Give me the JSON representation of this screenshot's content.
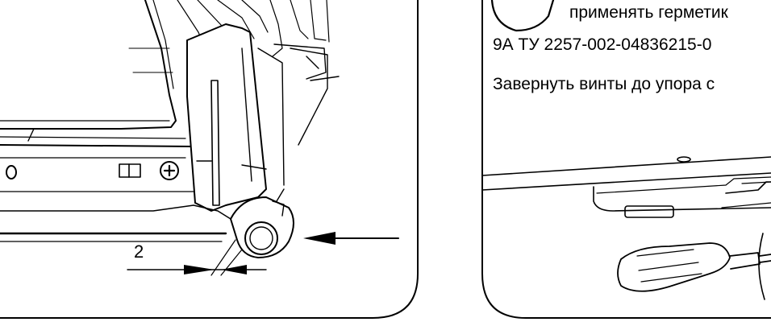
{
  "left_panel": {
    "dimension_label": "2"
  },
  "right_panel": {
    "instruction_line1": "применять герметик",
    "instruction_line2": "9А ТУ 2257-002-04836215-0",
    "instruction_line3": "Завернуть винты до упора с"
  }
}
